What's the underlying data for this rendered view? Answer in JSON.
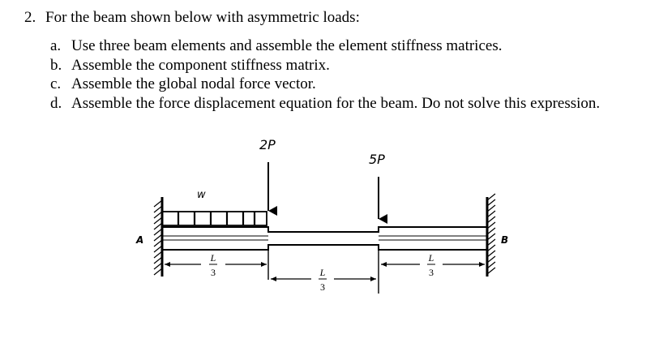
{
  "question": {
    "number": "2.",
    "prompt": "For the beam shown below with asymmetric loads:",
    "parts": [
      {
        "letter": "a.",
        "text": "Use three beam elements and assemble the element stiffness matrices."
      },
      {
        "letter": "b.",
        "text": "Assemble the component stiffness matrix."
      },
      {
        "letter": "c.",
        "text": "Assemble the global nodal force vector."
      },
      {
        "letter": "d.",
        "text": "Assemble the force displacement equation for the beam.  Do not solve this expression."
      }
    ]
  },
  "diagram": {
    "loads": {
      "point_left": "2P",
      "point_right": "5P",
      "distributed": "w"
    },
    "supports": {
      "left": "A",
      "right": "B"
    },
    "dimensions": [
      {
        "num": "L",
        "den": "3"
      },
      {
        "num": "L",
        "den": "3"
      },
      {
        "num": "L",
        "den": "3"
      }
    ]
  }
}
